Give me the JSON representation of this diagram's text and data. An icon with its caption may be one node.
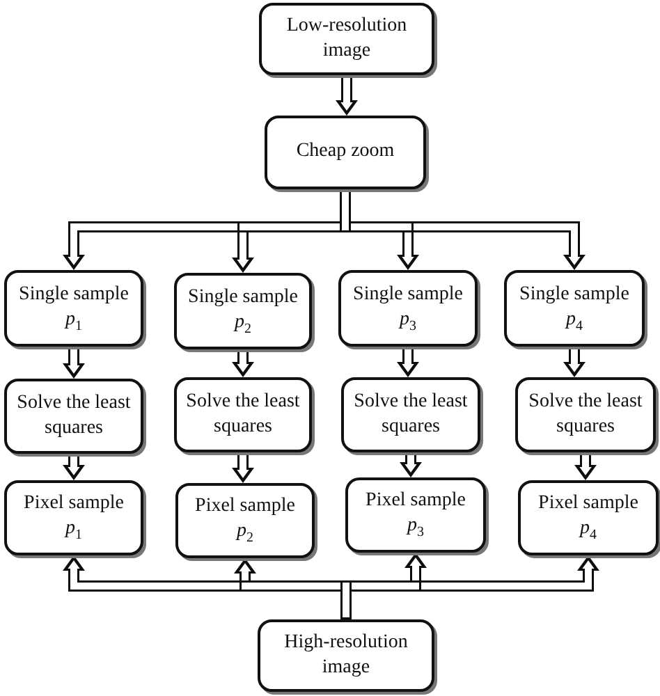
{
  "diagram": {
    "nodes": [
      {
        "text": [
          "Low-resolution image"
        ]
      },
      {
        "text": [
          "Cheap zoom"
        ]
      },
      {
        "text": [
          "Single sample *p*$_{1}$"
        ]
      },
      {
        "text": [
          "Single sample *p*$_{2}$"
        ]
      },
      {
        "text": [
          "Single sample *p*$_{3}$"
        ]
      },
      {
        "text": [
          "Single sample *p*$_{4}$"
        ]
      },
      {
        "text": [
          "Solve the least squares"
        ]
      },
      {
        "text": [
          "Solve the least squares"
        ]
      },
      {
        "text": [
          "Solve the least squares"
        ]
      },
      {
        "text": [
          "Solve the least squares"
        ]
      },
      {
        "text": [
          "Pixel sample *p*$_{1}$"
        ]
      },
      {
        "text": [
          "Pixel sample *p*$_{2}$"
        ]
      },
      {
        "text": [
          "Pixel sample *p*$_{3}$"
        ]
      },
      {
        "text": [
          "Pixel sample *p*$_{4}$"
        ]
      },
      {
        "text": [
          "High-resolution image"
        ]
      }
    ],
    "edges": [
      {
        "from": 0,
        "to": 1,
        "arrow": "to"
      },
      {
        "from": 1,
        "to": 2,
        "arrow": "to"
      },
      {
        "from": 1,
        "to": 3,
        "arrow": "to"
      },
      {
        "from": 1,
        "to": 4,
        "arrow": "to"
      },
      {
        "from": 1,
        "to": 5,
        "arrow": "to"
      },
      {
        "from": 2,
        "to": 6,
        "arrow": "to"
      },
      {
        "from": 3,
        "to": 7,
        "arrow": "to"
      },
      {
        "from": 4,
        "to": 8,
        "arrow": "to"
      },
      {
        "from": 5,
        "to": 9,
        "arrow": "to"
      },
      {
        "from": 6,
        "to": 10,
        "arrow": "to"
      },
      {
        "from": 7,
        "to": 11,
        "arrow": "to"
      },
      {
        "from": 8,
        "to": 12,
        "arrow": "to"
      },
      {
        "from": 9,
        "to": 13,
        "arrow": "to"
      },
      {
        "from": 14,
        "to": 10,
        "arrow": "to"
      },
      {
        "from": 14,
        "to": 11,
        "arrow": "to"
      },
      {
        "from": 14,
        "to": 12,
        "arrow": "to"
      },
      {
        "from": 14,
        "to": 13,
        "arrow": "to"
      }
    ]
  }
}
